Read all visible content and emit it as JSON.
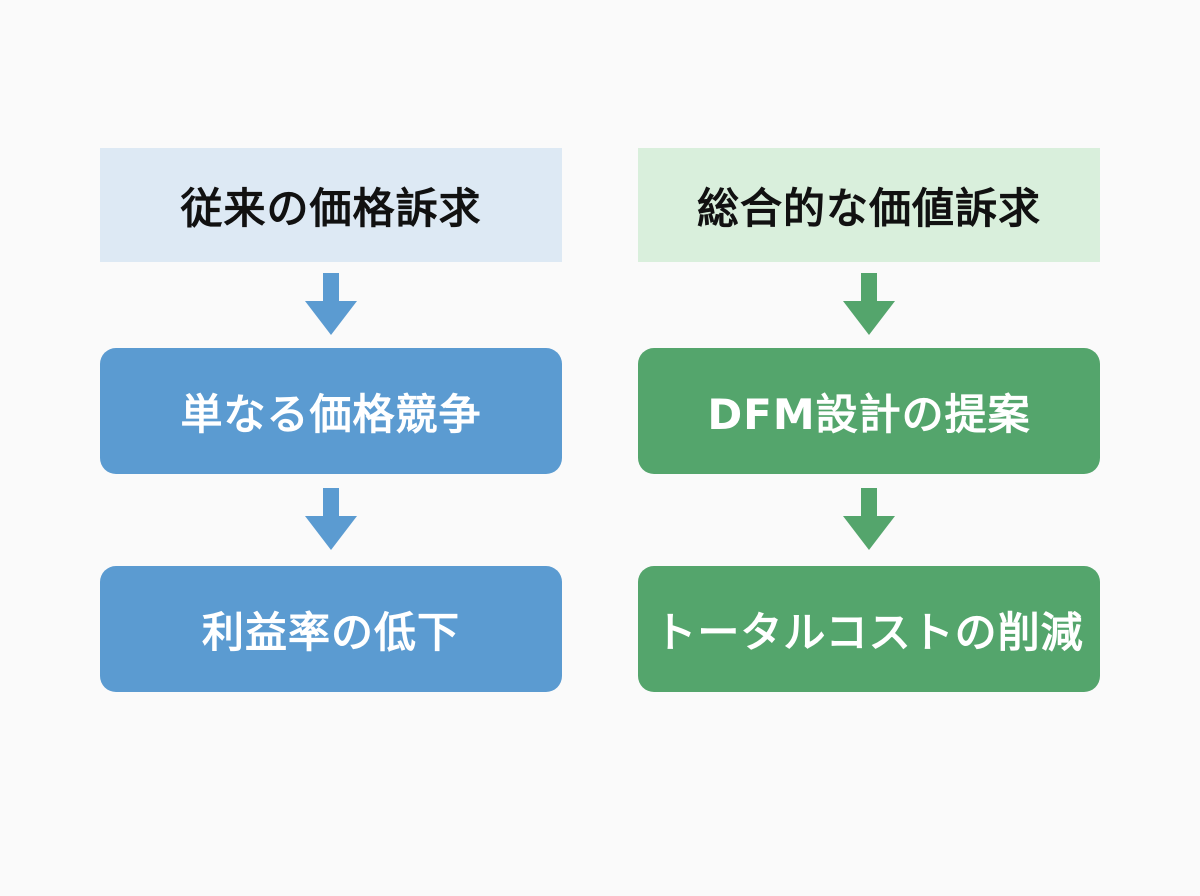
{
  "colors": {
    "left_header_bg": "#dde9f4",
    "left_step_bg": "#5b9bd1",
    "left_arrow": "#5b9bd1",
    "right_header_bg": "#d9efdc",
    "right_step_bg": "#54a56c",
    "right_arrow": "#54a56c"
  },
  "left": {
    "header": "従来の価格訴求",
    "step1": "単なる価格競争",
    "step2": "利益率の低下"
  },
  "right": {
    "header": "総合的な価値訴求",
    "step1": "DFM設計の提案",
    "step2": "トータルコストの削減"
  }
}
